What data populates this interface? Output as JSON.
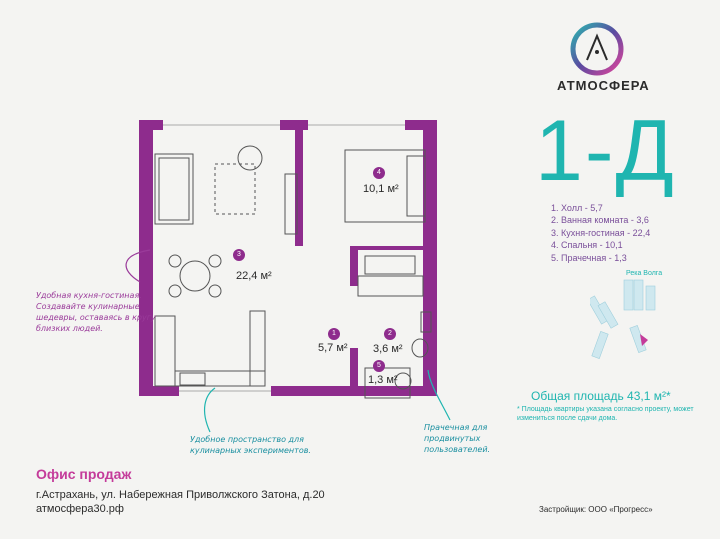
{
  "brand": {
    "name": "АТМОСФЕРА"
  },
  "apartment": {
    "code": "1-Д"
  },
  "rooms": [
    {
      "num": "1",
      "label": "1. Холл - 5,7",
      "area": "5,7 м²"
    },
    {
      "num": "2",
      "label": "2. Ванная комната - 3,6",
      "area": "3,6 м²"
    },
    {
      "num": "3",
      "label": "3. Кухня-гостиная - 22,4",
      "area": "22,4 м²"
    },
    {
      "num": "4",
      "label": "4. Спальня - 10,1",
      "area": "10,1 м²"
    },
    {
      "num": "5",
      "label": "5. Прачечная - 1,3",
      "area": "1,3 м²"
    }
  ],
  "total_area": "Общая площадь 43,1 м²*",
  "footnote": "* Площадь квартиры указана согласно проекту, может измениться после сдачи дома.",
  "map": {
    "river": "Река Волга"
  },
  "callouts": {
    "kitchen": "Удобная кухня-гостиная. Создавайте кулинарные шедевры, оставаясь в кругу близких людей.",
    "space": "Удобное пространство для кулинарных экспериментов.",
    "laundry": "Прачечная для продвинутых пользователей."
  },
  "footer": {
    "office": "Офис продаж",
    "address": "г.Астрахань, ул. Набережная Приволжского Затона, д.20",
    "site": "атмосфера30.рф",
    "builder": "Застройщик: ООО «Прогресс»"
  },
  "colors": {
    "wall": "#8e2c8d",
    "accent": "#1fb5b0",
    "callout": "#9a3b9a"
  }
}
